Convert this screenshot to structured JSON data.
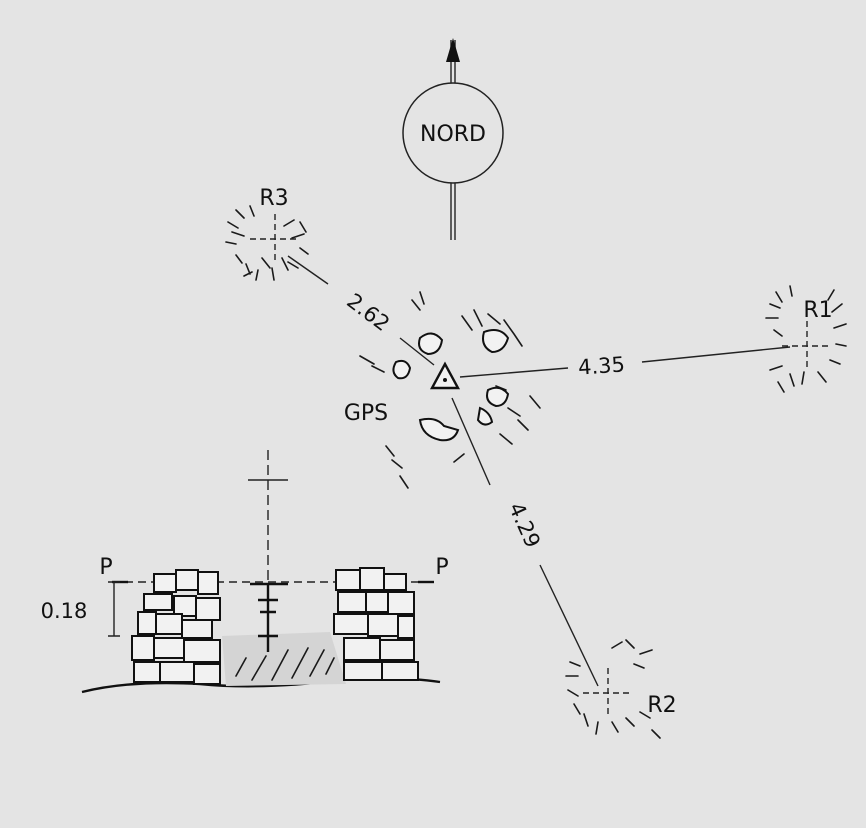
{
  "diagram": {
    "north_label": "NORD",
    "station_label": "GPS",
    "references": [
      {
        "id": "R1",
        "label": "R1",
        "distance": "4.35"
      },
      {
        "id": "R2",
        "label": "R2",
        "distance": "4.29"
      },
      {
        "id": "R3",
        "label": "R3",
        "distance": "2.62"
      }
    ],
    "section": {
      "plane_label_left": "P",
      "plane_label_right": "P",
      "depth": "0.18"
    }
  },
  "colors": {
    "background": "#e4e4e4",
    "ink": "#111111",
    "stone_fill": "#f2f2f2"
  }
}
